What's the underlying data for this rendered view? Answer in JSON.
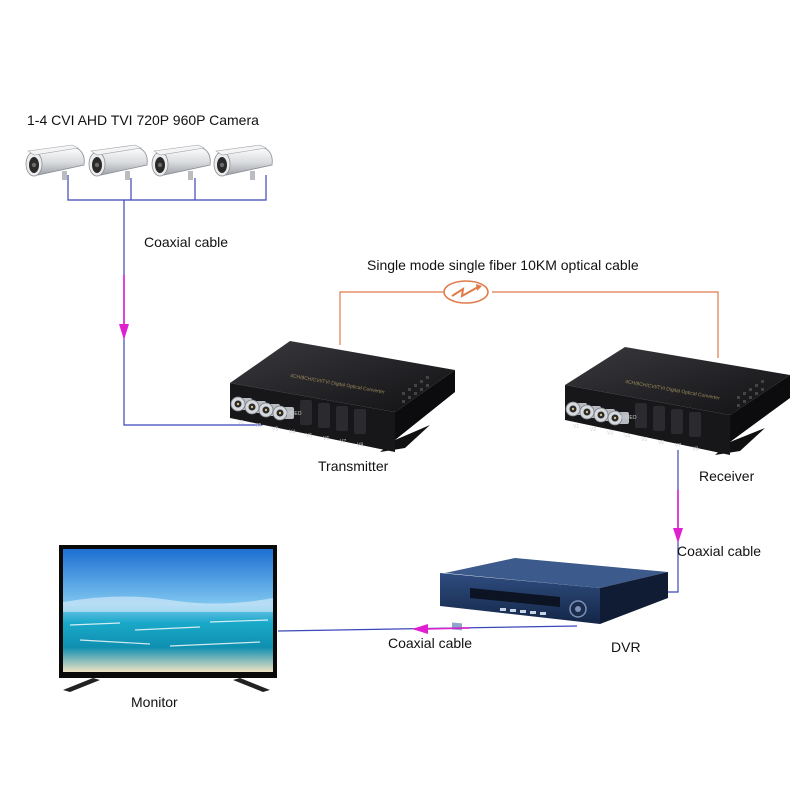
{
  "labels": {
    "camera_title": "1-4 CVI AHD TVI 720P 960P Camera",
    "coax_top": "Coaxial cable",
    "optical_cable": "Single mode single fiber 10KM optical cable",
    "transmitter": "Transmitter",
    "receiver": "Receiver",
    "coax_right": "Coaxial cable",
    "coax_bottom": "Coaxial cable",
    "dvr": "DVR",
    "monitor": "Monitor"
  },
  "device_text": {
    "converter_panel": "4CH/8CH/CVI/TVI Digital Optical Converter",
    "video_port": "VIDEO",
    "ports": [
      "V1",
      "V2",
      "V3",
      "V4",
      "V5",
      "V6",
      "V7",
      "V8"
    ]
  },
  "colors": {
    "coax_wire": "#3b46b8",
    "optical_wire": "#e07a4a",
    "arrow": "#e01fd0",
    "device_body": "#1d1d1f"
  },
  "icons": {
    "camera": "bullet-camera-icon",
    "fiber": "fiber-optic-symbol-icon",
    "bnc": "bnc-connector-icon"
  }
}
